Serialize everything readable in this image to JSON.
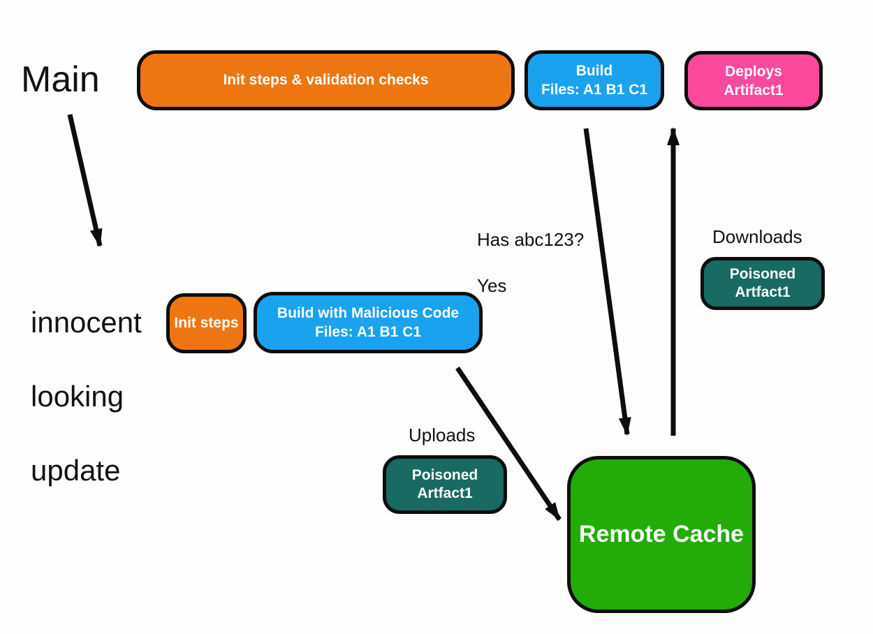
{
  "labels": {
    "main": "Main",
    "innocent_update": [
      "innocent",
      "looking",
      "update"
    ],
    "has_hash": [
      "Has abc123?",
      "Yes"
    ],
    "downloads": "Downloads",
    "uploads": "Uploads"
  },
  "nodes": {
    "init_validation": {
      "label": "Init steps & validation checks",
      "color": "#EE7612"
    },
    "build": {
      "lines": [
        "Build",
        "Files: A1 B1 C1"
      ],
      "color": "#1AA2EE"
    },
    "deploys": {
      "lines": [
        "Deploys",
        "Artifact1"
      ],
      "color": "#FB499C"
    },
    "init_steps": {
      "label": "Init steps",
      "color": "#EE7612"
    },
    "build_malicious": {
      "lines": [
        "Build with Malicious Code",
        "Files: A1 B1 C1"
      ],
      "color": "#1AA2EE"
    },
    "poisoned_download": {
      "lines": [
        "Poisoned",
        "Artfact1"
      ],
      "color": "#186A62"
    },
    "poisoned_upload": {
      "lines": [
        "Poisoned",
        "Artfact1"
      ],
      "color": "#186A62"
    },
    "remote_cache": {
      "label": "Remote Cache",
      "color": "#23AB07"
    }
  },
  "edges": [
    {
      "name": "main-to-update",
      "from": "main",
      "to": "innocent-update"
    },
    {
      "name": "build-to-cache",
      "from": "build",
      "to": "remote-cache"
    },
    {
      "name": "cache-to-deploys",
      "from": "remote-cache",
      "to": "deploys"
    },
    {
      "name": "malicious-build-to-cache",
      "from": "build-malicious",
      "to": "remote-cache"
    }
  ],
  "colors": {
    "arrow": "#0d0d0d",
    "border": "#0d0d0d",
    "label_text": "#111111",
    "node_text": "#ffffff",
    "background": "#fefefe"
  }
}
